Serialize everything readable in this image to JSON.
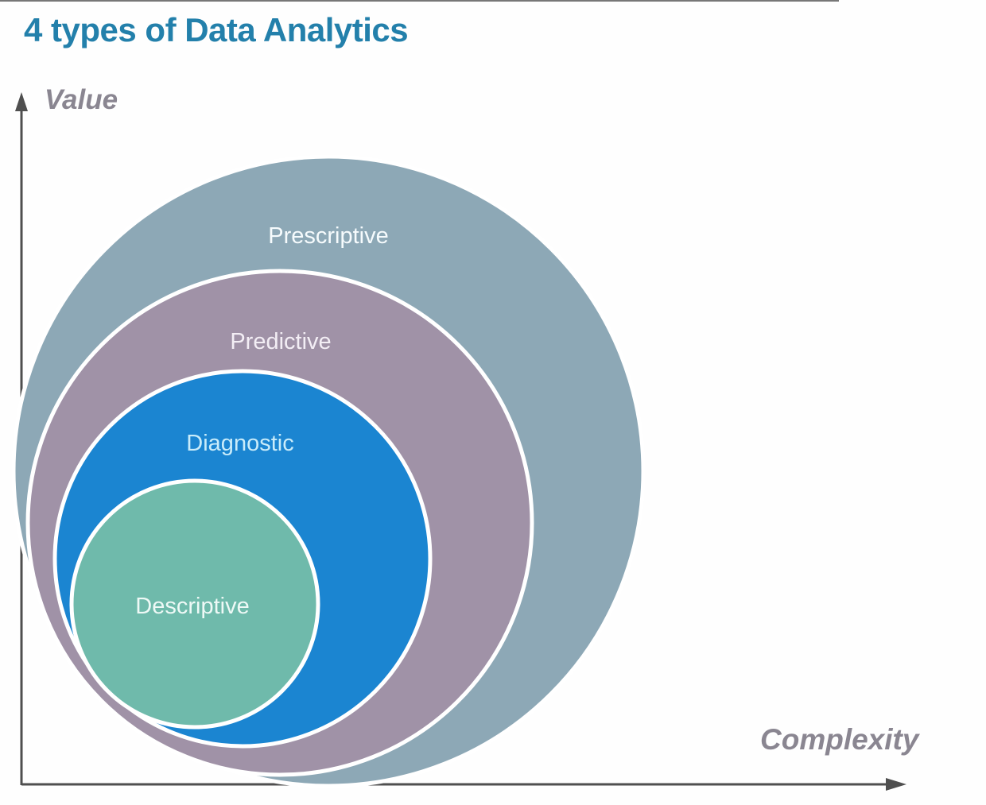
{
  "title": "4 types of Data Analytics",
  "title_color": "#2380ab",
  "axes": {
    "y_label": "Value",
    "x_label": "Complexity",
    "label_color": "#8a8691",
    "line_color": "#4f4f4f"
  },
  "rings": [
    {
      "label": "Prescriptive",
      "color": "#8da8b6",
      "text_color": "#f6fbfd"
    },
    {
      "label": "Predictive",
      "color": "#a092a7",
      "text_color": "#f3eef5"
    },
    {
      "label": "Diagnostic",
      "color": "#1b85d1",
      "text_color": "#c9ecfa"
    },
    {
      "label": "Descriptive",
      "color": "#6fbaab",
      "text_color": "#eef9f6"
    }
  ]
}
